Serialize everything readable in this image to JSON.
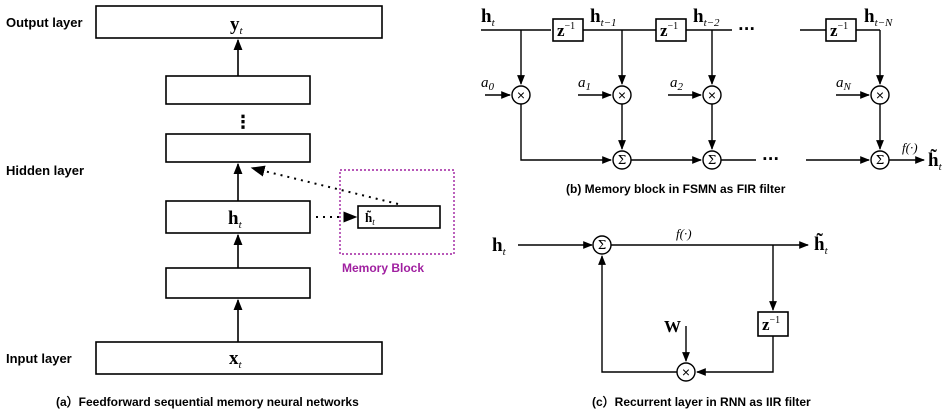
{
  "panel_a": {
    "output_layer": "Output layer",
    "hidden_layer": "Hidden layer",
    "input_layer": "Input layer",
    "y_sym": "y",
    "h_sym": "h",
    "x_sym": "x",
    "t_sub": "t",
    "vdots": "⋮",
    "memory_block": "Memory  Block",
    "mem_h_sym": "h̃",
    "caption": "(a）Feedforward sequential memory neural networks",
    "accent": "#a020a0"
  },
  "panel_b": {
    "h_sym": "h",
    "sub_t": "t",
    "sub_t1": "t−1",
    "sub_t2": "t−2",
    "sub_tN": "t−N",
    "z_sym": "z",
    "z_sup": "−1",
    "a_sym": "a",
    "a0_sub": "0",
    "a1_sub": "1",
    "a2_sub": "2",
    "aN_sub": "N",
    "dots": "···",
    "f_label": "f(·)",
    "out_sym": "h̃",
    "sigma": "Σ",
    "times": "×",
    "caption": "(b) Memory block in FSMN as FIR filter"
  },
  "panel_c": {
    "h_sym": "h",
    "sub_t": "t",
    "f_label": "f(·)",
    "out_sym": "h̃",
    "w_sym": "W",
    "z_sym": "z",
    "z_sup": "−1",
    "sigma": "Σ",
    "times": "×",
    "caption": "(c）Recurrent layer in RNN as IIR filter"
  }
}
